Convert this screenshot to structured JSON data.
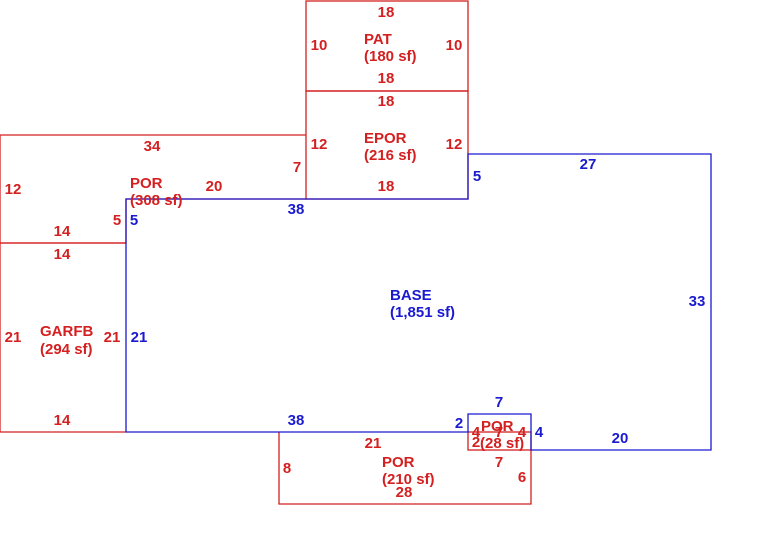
{
  "colors": {
    "red": "#d42020",
    "blue": "#1a1ad0"
  },
  "areas": {
    "pat": {
      "code": "PAT",
      "sf": "(180 sf)"
    },
    "epor": {
      "code": "EPOR",
      "sf": "(216 sf)"
    },
    "por_left": {
      "code": "POR",
      "sf": "(308 sf)"
    },
    "garfb": {
      "code": "GARFB",
      "sf": "(294 sf)"
    },
    "base": {
      "code": "BASE",
      "sf": "(1,851 sf)"
    },
    "por_bottom": {
      "code": "POR",
      "sf": "(210 sf)"
    },
    "por_small": {
      "code": "POR",
      "sf": "(28 sf)"
    }
  },
  "dims": {
    "pat_top": "18",
    "pat_left": "10",
    "pat_right": "10",
    "pat_bottom": "18",
    "epor_top": "18",
    "epor_left": "12",
    "epor_right": "12",
    "epor_bottom": "18",
    "por_top": "34",
    "por_left": "12",
    "por_right_upper": "7",
    "por_mid": "20",
    "por_bottom": "14",
    "por_right_lower": "5",
    "garfb_top": "14",
    "garfb_left": "21",
    "garfb_right": "21",
    "garfb_bottom": "14",
    "base_top_left": "38",
    "base_left_top": "5",
    "base_left": "21",
    "base_right_step": "5",
    "base_top_right": "27",
    "base_right": "33",
    "base_bottom_right": "20",
    "base_bottom_left": "38",
    "base_notch_left": "2",
    "base_notch_top": "7",
    "base_notch_right": "4",
    "porb_top": "21",
    "porb_left": "8",
    "porb_bottom": "28",
    "porb_right": "6",
    "porb_notch": "7",
    "pors_left": "4",
    "pors_left2": "2",
    "pors_mid": "7",
    "pors_right": "4"
  }
}
